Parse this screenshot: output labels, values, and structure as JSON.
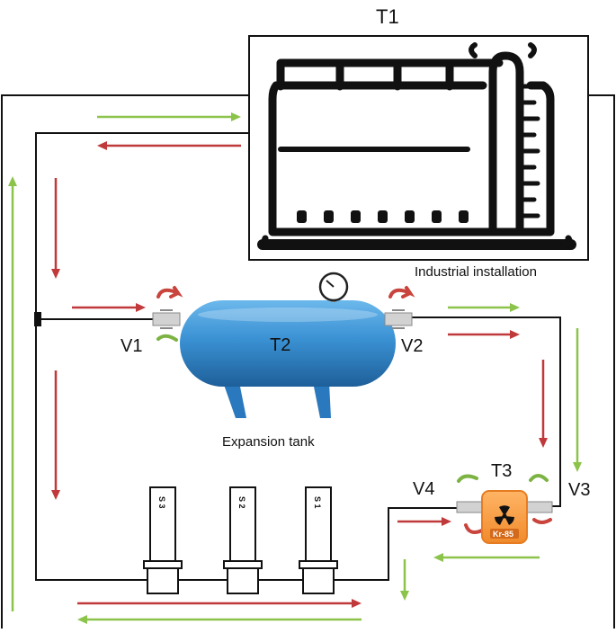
{
  "labels": {
    "t1": "T1",
    "t2": "T2",
    "t3": "T3",
    "v1": "V1",
    "v2": "V2",
    "v3": "V3",
    "v4": "V4",
    "industrial": "Industrial installation",
    "expansion": "Expansion tank",
    "kr": "Kr-85",
    "s1": "S 1",
    "s2": "S 2",
    "s3": "S 3"
  },
  "colors": {
    "pipe": "#111111",
    "arrow_red": "#c0393b",
    "arrow_green": "#8cc34a",
    "tank_blue": "#3a91d3",
    "source_orange": "#f59b42",
    "valve_gray": "#c9c9c9"
  },
  "icons": {
    "gauge": "pressure-gauge-icon",
    "radiation": "radiation-trefoil-icon",
    "valve": "valve-icon",
    "handle": "valve-handle-icon"
  }
}
